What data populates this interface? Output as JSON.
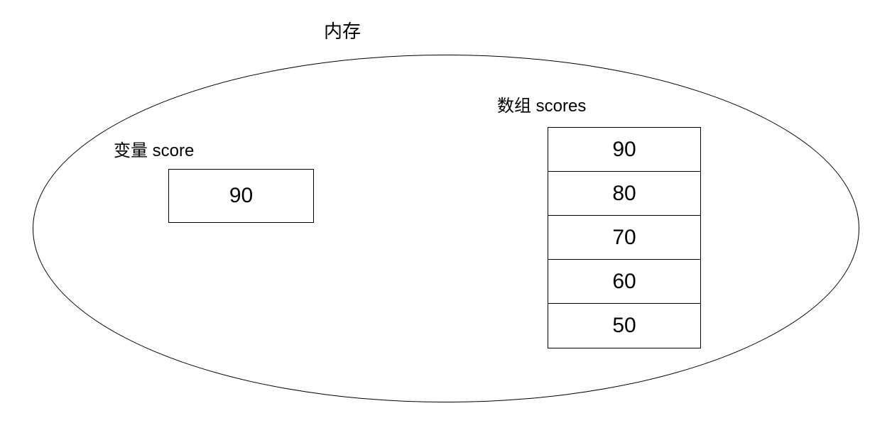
{
  "diagram": {
    "title": "内存",
    "variable": {
      "label": "变量 score",
      "value": "90"
    },
    "array": {
      "label": "数组 scores",
      "values": [
        "90",
        "80",
        "70",
        "60",
        "50"
      ]
    },
    "colors": {
      "line": "#000000",
      "text": "#000000",
      "background": "#ffffff"
    }
  }
}
